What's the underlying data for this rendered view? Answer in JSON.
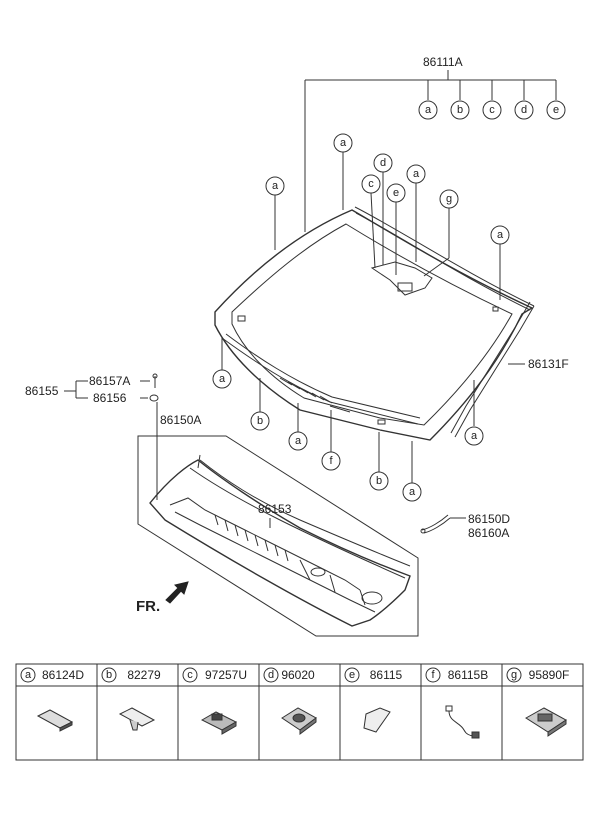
{
  "callouts": {
    "glass_assy": "86111A",
    "moulding": "86131F",
    "clip_group": "86155",
    "clip_a": "86157A",
    "clip_b": "86156",
    "cowl_panel": "86150A",
    "cowl_inner": "86153",
    "hose_lh": "86150D",
    "hose_rh": "86160A",
    "front_label": "FR."
  },
  "circle_letters": {
    "a": "a",
    "b": "b",
    "c": "c",
    "d": "d",
    "e": "e",
    "f": "f",
    "g": "g"
  },
  "legend": [
    {
      "letter": "a",
      "part": "86124D",
      "icon": "rubber-strip-icon"
    },
    {
      "letter": "b",
      "part": "82279",
      "icon": "clip-icon"
    },
    {
      "letter": "c",
      "part": "97257U",
      "icon": "bracket-icon"
    },
    {
      "letter": "d",
      "part": "96020",
      "icon": "sensor-mount-icon"
    },
    {
      "letter": "e",
      "part": "86115",
      "icon": "pad-icon"
    },
    {
      "letter": "f",
      "part": "86115B",
      "icon": "wire-harness-icon"
    },
    {
      "letter": "g",
      "part": "95890F",
      "icon": "camera-bracket-icon"
    }
  ]
}
